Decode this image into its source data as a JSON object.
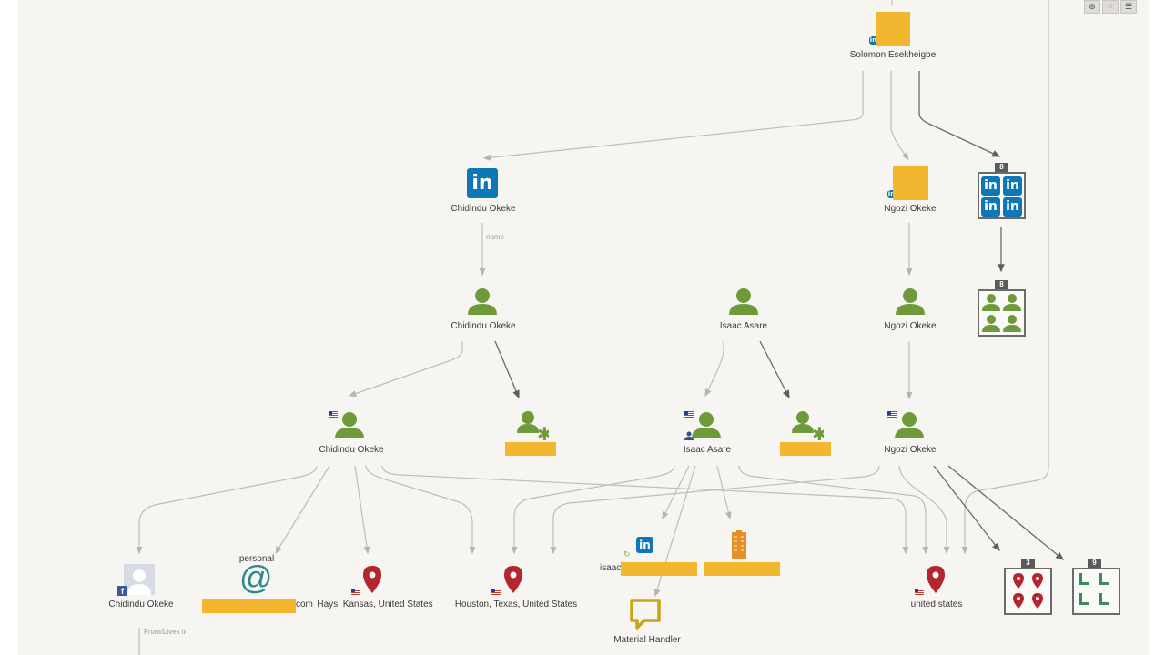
{
  "toolbar": {
    "buttons": [
      {
        "name": "graph-layout-button",
        "icon": "crosshair-icon"
      },
      {
        "name": "cluster-view-button",
        "icon": "dots-icon"
      },
      {
        "name": "list-view-button",
        "icon": "list-icon"
      }
    ]
  },
  "nodes": {
    "solomon": {
      "label": "Solomon Esekheigbe"
    },
    "chidindu_li": {
      "label": "Chidindu Okeke"
    },
    "ngozi_li": {
      "label": "Ngozi Okeke"
    },
    "li_group": {
      "count": "8"
    },
    "person_group": {
      "count": "8"
    },
    "chidindu_person": {
      "label": "Chidindu Okeke"
    },
    "isaac_person": {
      "label": "Isaac Asare"
    },
    "ngozi_person": {
      "label": "Ngozi Okeke"
    },
    "chidindu_us": {
      "label": "Chidindu Okeke"
    },
    "isaac_us": {
      "label": "Isaac Asare"
    },
    "ngozi_us": {
      "label": "Ngozi Okeke"
    },
    "fb_profile": {
      "label": "Chidindu Okeke"
    },
    "email": {
      "prefix": "personal",
      "suffix": "com"
    },
    "hays": {
      "label": "Hays, Kansas, United States"
    },
    "houston": {
      "label": "Houston, Texas, United States"
    },
    "isaac_li": {
      "prefix": "isaac"
    },
    "job": {
      "label": "Material Handler"
    },
    "usa": {
      "label": "united states"
    },
    "loc_group": {
      "count": "3"
    },
    "addr_group": {
      "count": "9"
    }
  },
  "edge_labels": {
    "name": "name",
    "from_lives_in": "From/Lives in"
  },
  "colors": {
    "person_green": "#6e9a3a",
    "linkedin_blue": "#0d77b7",
    "pin_red": "#b3262d",
    "redaction": "#f2b630",
    "email_teal": "#2a8a8f",
    "building_orange": "#e6902a",
    "job_gold": "#c9a416"
  }
}
